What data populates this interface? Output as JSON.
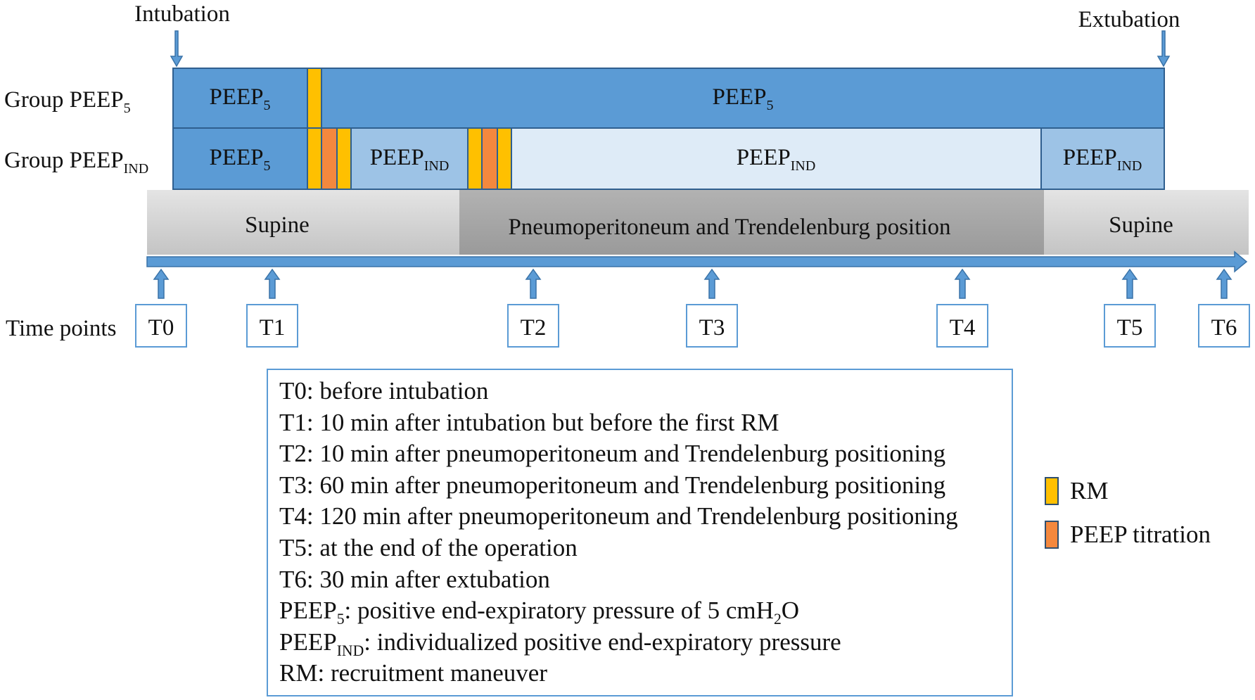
{
  "colors": {
    "peep5": "#5b9bd5",
    "peep_ind_light": "#9dc3e6",
    "peep_ind_pale": "#deebf7",
    "rm": "#ffc000",
    "titration": "#f4883e",
    "supine": "#d0d0d0",
    "pneumo": "#a6a6a6",
    "timeline": "#5b9bd5"
  },
  "events": {
    "intubation": "Intubation",
    "extubation": "Extubation"
  },
  "groups": {
    "peep5": {
      "label": "Group PEEP",
      "sub": "5"
    },
    "peepind": {
      "label": "Group PEEP",
      "sub": "IND"
    }
  },
  "segments": {
    "peep5_base": "PEEP",
    "peep5_sub": "5",
    "peepind_base": "PEEP",
    "peepind_sub": "IND"
  },
  "positions": {
    "supine1": "Supine",
    "pneumo": "Pneumoperitoneum and Trendelenburg position",
    "supine2": "Supine"
  },
  "timepoints": {
    "label": "Time points",
    "items": [
      "T0",
      "T1",
      "T2",
      "T3",
      "T4",
      "T5",
      "T6"
    ]
  },
  "notes": [
    {
      "text": "T0: before intubation"
    },
    {
      "text": "T1: 10 min after intubation but before the first RM"
    },
    {
      "text": "T2: 10 min after pneumoperitoneum and Trendelenburg positioning"
    },
    {
      "text": "T3: 60 min after pneumoperitoneum and Trendelenburg positioning"
    },
    {
      "text": "T4: 120 min after pneumoperitoneum and Trendelenburg positioning"
    },
    {
      "text": "T5: at the end of the operation"
    },
    {
      "text": "T6: 30 min after extubation"
    },
    {
      "a": "PEEP",
      "s": "5",
      "b": ": positive end-expiratory pressure of 5 cmH",
      "s2": "2",
      "c": "O"
    },
    {
      "a": "PEEP",
      "s": "IND",
      "b": ": individualized positive end-expiratory pressure"
    },
    {
      "text": "RM: recruitment maneuver"
    }
  ],
  "key": {
    "rm": "RM",
    "titration": "PEEP titration"
  }
}
